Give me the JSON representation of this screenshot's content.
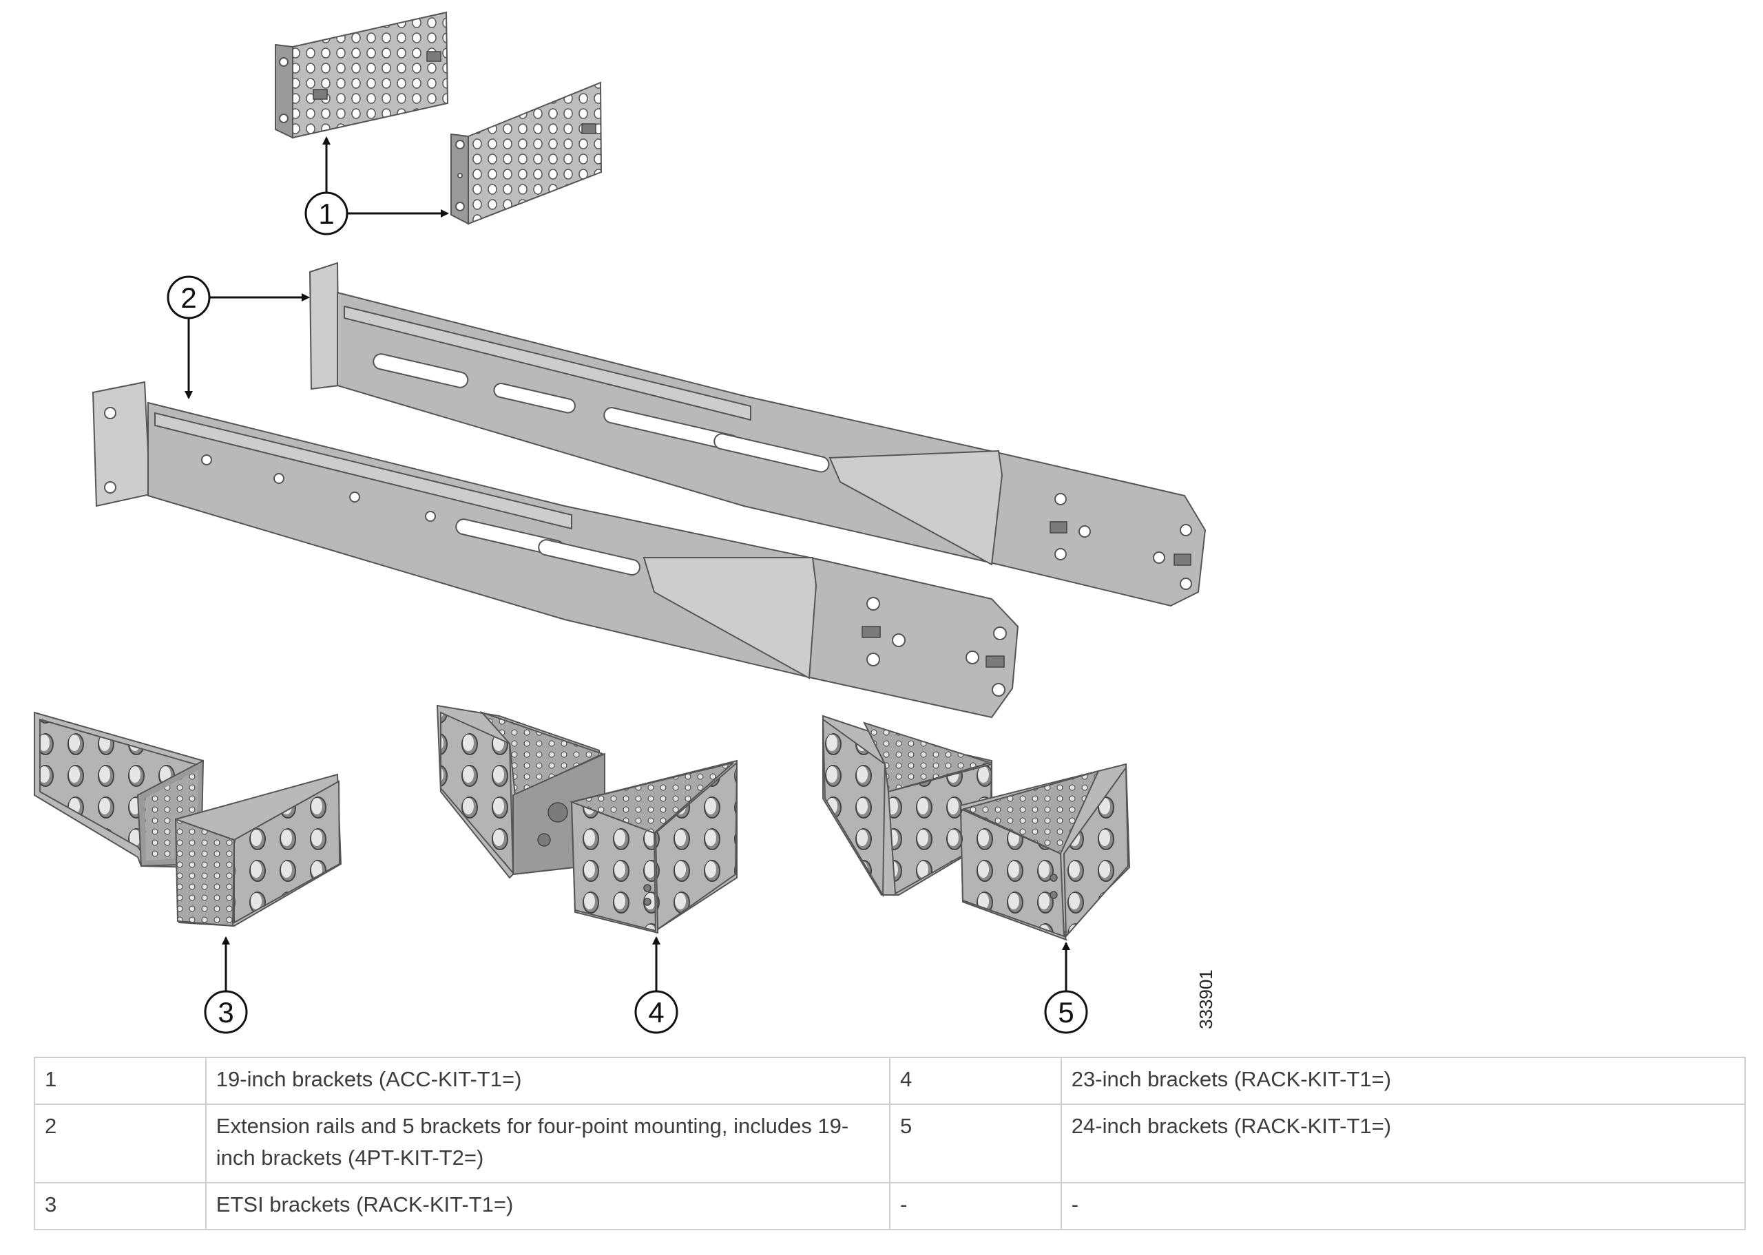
{
  "figure": {
    "id_label": "333901",
    "callouts": [
      "1",
      "2",
      "3",
      "4",
      "5"
    ]
  },
  "legend": {
    "rows": [
      {
        "num_a": "1",
        "desc_a": "19-inch brackets (ACC-KIT-T1=)",
        "num_b": "4",
        "desc_b": "23-inch brackets (RACK-KIT-T1=)"
      },
      {
        "num_a": "2",
        "desc_a": "Extension rails and 5 brackets for four-point mounting, includes 19-inch brackets (4PT-KIT-T2=)",
        "num_b": "5",
        "desc_b": "24-inch brackets (RACK-KIT-T1=)"
      },
      {
        "num_a": "3",
        "desc_a": "ETSI brackets (RACK-KIT-T1=)",
        "num_b": "-",
        "desc_b": "-"
      }
    ]
  }
}
